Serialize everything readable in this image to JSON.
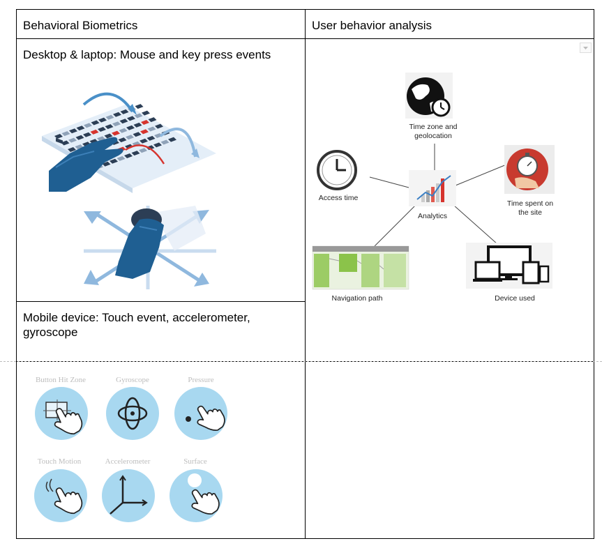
{
  "table": {
    "header_left": "Behavioral Biometrics",
    "header_right": "User behavior analysis",
    "desktop_label": "Desktop & laptop: Mouse and key press events",
    "mobile_label": "Mobile device: Touch event, accelerometer, gyroscope"
  },
  "diagram": {
    "timezone_label": "Time zone and\ngeolocation",
    "access_time_label": "Access time",
    "analytics_label": "Analytics",
    "time_spent_label": "Time spent on\nthe site",
    "navigation_label": "Navigation path",
    "device_label": "Device used"
  },
  "mobile_icons": [
    {
      "label": "Button Hit Zone",
      "icon": "button-hit-zone-icon"
    },
    {
      "label": "Gyroscope",
      "icon": "gyroscope-icon"
    },
    {
      "label": "Pressure",
      "icon": "pressure-icon"
    },
    {
      "label": "Touch Motion",
      "icon": "touch-motion-icon"
    },
    {
      "label": "Accelerometer",
      "icon": "accelerometer-icon"
    },
    {
      "label": "Surface",
      "icon": "surface-icon"
    }
  ],
  "colors": {
    "hand_blue": "#1f5f92",
    "circle_blue": "#a8d8f0",
    "key_red": "#d6342e"
  }
}
